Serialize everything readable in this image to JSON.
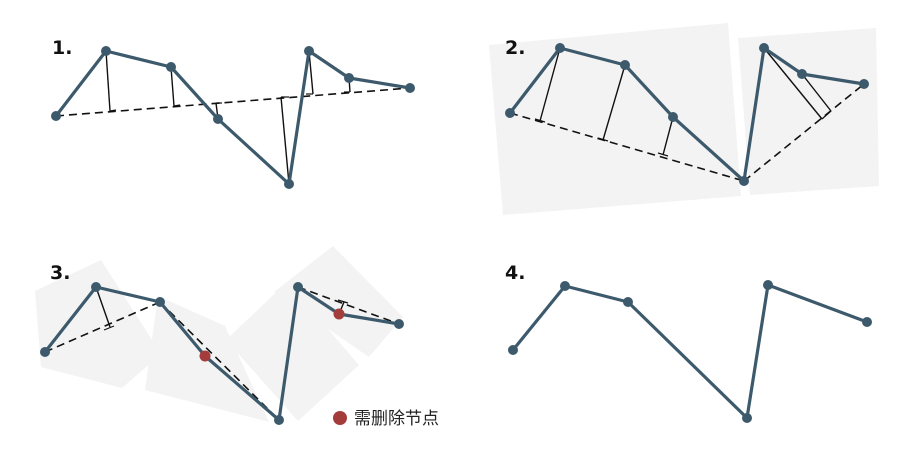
{
  "colors": {
    "line": "#3d5a6c",
    "node": "#3d5a6c",
    "removed_node": "#a43c3c",
    "dash": "#111111",
    "perpendicular": "#111111",
    "region": "#eeeeee"
  },
  "panels": [
    {
      "label": "1."
    },
    {
      "label": "2."
    },
    {
      "label": "3."
    },
    {
      "label": "4."
    }
  ],
  "legend": {
    "text": "需删除节点",
    "icon": "red-dot-icon"
  }
}
